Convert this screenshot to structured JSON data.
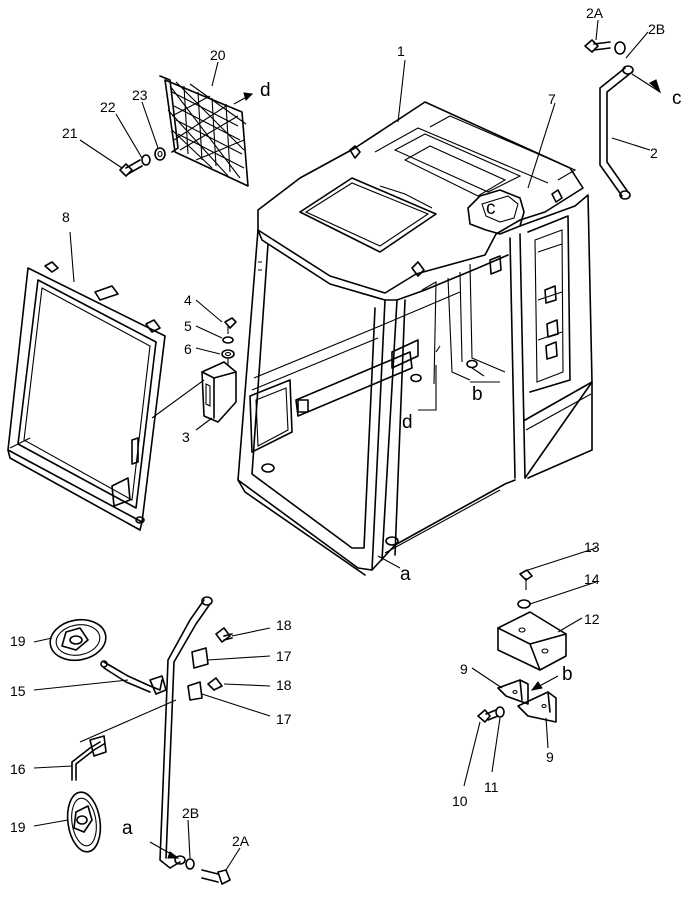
{
  "callouts": {
    "p1": "1",
    "p2": "2",
    "p2A_top": "2A",
    "p2B_top": "2B",
    "p3": "3",
    "p4": "4",
    "p5": "5",
    "p6": "6",
    "p7": "7",
    "p8": "8",
    "p9_upper": "9",
    "p9_lower": "9",
    "p10": "10",
    "p11": "11",
    "p12": "12",
    "p13": "13",
    "p14": "14",
    "p15": "15",
    "p16": "16",
    "p17_upper": "17",
    "p17_lower": "17",
    "p18_upper": "18",
    "p18_lower": "18",
    "p19_upper": "19",
    "p19_lower": "19",
    "p20": "20",
    "p21": "21",
    "p22": "22",
    "p23": "23",
    "p2B_bottom": "2B",
    "p2A_bottom": "2A"
  },
  "refs": {
    "a_cab": "a",
    "a_bar": "a",
    "b_cab": "b",
    "b_bracket": "b",
    "c_cab": "c",
    "c_handrail": "c",
    "d_cab": "d",
    "d_net": "d"
  }
}
